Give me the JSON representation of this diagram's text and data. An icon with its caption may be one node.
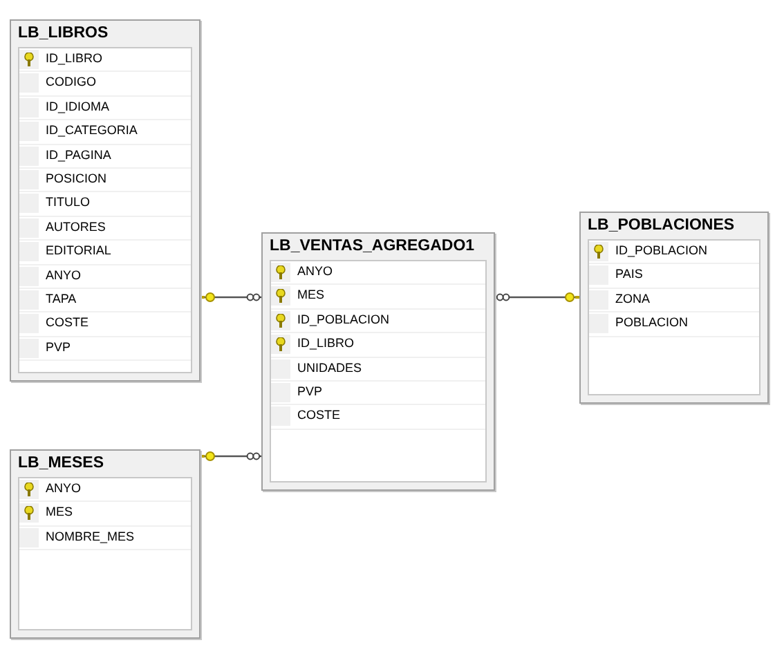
{
  "diagram": {
    "nodes": [
      {
        "text": [
          "LB_LIBROS",
          "ID_LIBRO",
          "CODIGO",
          "ID_IDIOMA",
          "ID_CATEGORIA",
          "ID_PAGINA",
          "POSICION",
          "TITULO",
          "AUTORES",
          "EDITORIAL",
          "ANYO",
          "TAPA",
          "COSTE",
          "PVP"
        ]
      },
      {
        "text": [
          "LB_VENTAS_AGREGADO1",
          "ANYO",
          "MES",
          "ID_POBLACION",
          "ID_LIBRO",
          "UNIDADES",
          "PVP",
          "COSTE"
        ]
      },
      {
        "text": [
          "LB_POBLACIONES",
          "ID_POBLACION",
          "PAIS",
          "ZONA",
          "POBLACION"
        ]
      },
      {
        "text": [
          "LB_MESES",
          "ANYO",
          "MES",
          "NOMBRE_MES"
        ]
      }
    ],
    "edges": [
      {
        "from": 0,
        "to": 1,
        "arrow": "other"
      },
      {
        "from": 2,
        "to": 1,
        "arrow": "other"
      },
      {
        "from": 3,
        "to": 1,
        "arrow": "other"
      }
    ]
  }
}
